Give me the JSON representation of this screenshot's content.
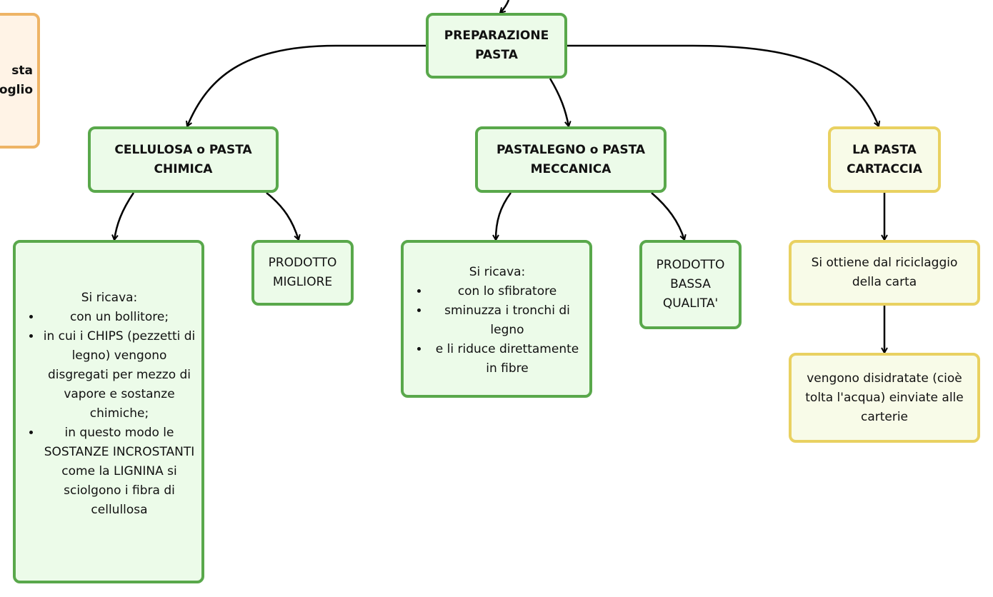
{
  "nodes": {
    "side_partial": [
      "sta",
      "oglio"
    ],
    "preparazione": "PREPARAZIONE PASTA",
    "cellulosa": "CELLULOSA o PASTA CHIMICA",
    "pastalegno": "PASTALEGNO o PASTA MECCANICA",
    "cartaccia": "LA PASTA CARTACCIA",
    "cellulosa_detail": {
      "intro": "Si ricava:",
      "items": [
        "con un bollitore;",
        "in cui i CHIPS (pezzetti di legno) vengono disgregati per mezzo di vapore e sostanze chimiche;",
        "in questo modo le SOSTANZE INCROSTANTI  come la LIGNINA si sciolgono i fibra di cellullosa"
      ]
    },
    "prodotto_migliore": "PRODOTTO MIGLIORE",
    "pastalegno_detail": {
      "intro": "Si ricava:",
      "items": [
        "con lo sfibratore",
        "sminuzza i tronchi di legno",
        "e li riduce direttamente in fibre"
      ]
    },
    "prodotto_bassa": "PRODOTTO BASSA QUALITA'",
    "riciclaggio": "Si ottiene dal riciclaggio della carta",
    "disidratate": "vengono disidratate (cioè tolta l'acqua) einviate alle carterie"
  },
  "colors": {
    "green_border": "#59a84b",
    "green_fill": "#ecfbe9",
    "yellow_border": "#e9d161",
    "yellow_fill": "#f8fbe8",
    "orange_border": "#eeb466",
    "orange_fill": "#fff3e6"
  }
}
